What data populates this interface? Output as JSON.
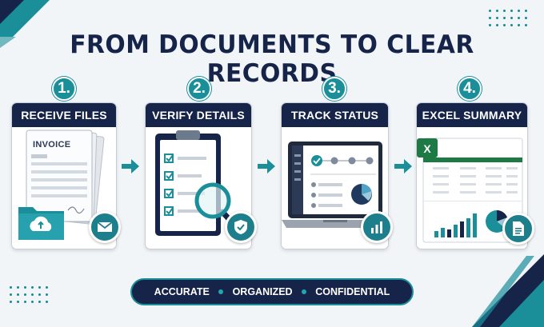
{
  "title": "FROM DOCUMENTS TO CLEAR RECORDS",
  "steps": [
    {
      "number": "1.",
      "label": "RECEIVE FILES",
      "badge_icon": "envelope-icon"
    },
    {
      "number": "2.",
      "label": "VERIFY DETAILS",
      "badge_icon": "shield-check-icon"
    },
    {
      "number": "3.",
      "label": "TRACK STATUS",
      "badge_icon": "bar-chart-icon"
    },
    {
      "number": "4.",
      "label": "EXCEL SUMMARY",
      "badge_icon": "document-icon"
    }
  ],
  "invoice_heading": "INVOICE",
  "tags": [
    "ACCURATE",
    "ORGANIZED",
    "CONFIDENTIAL"
  ],
  "colors": {
    "navy": "#16244a",
    "teal": "#1a8f9a",
    "background": "#f2f5f8",
    "excel_green": "#1e7a45"
  }
}
